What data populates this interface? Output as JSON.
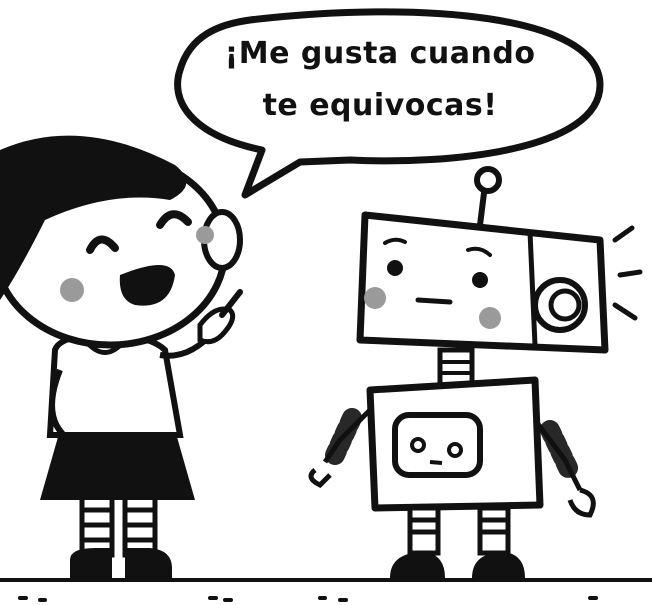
{
  "speech_bubble": {
    "line1": "¡Me gusta cuando",
    "line2": "te equivocas!"
  },
  "characters": {
    "girl": "girl",
    "robot": "robot"
  },
  "colors": {
    "ink": "#111111",
    "cheek": "#9a9a9a",
    "background": "#ffffff"
  }
}
